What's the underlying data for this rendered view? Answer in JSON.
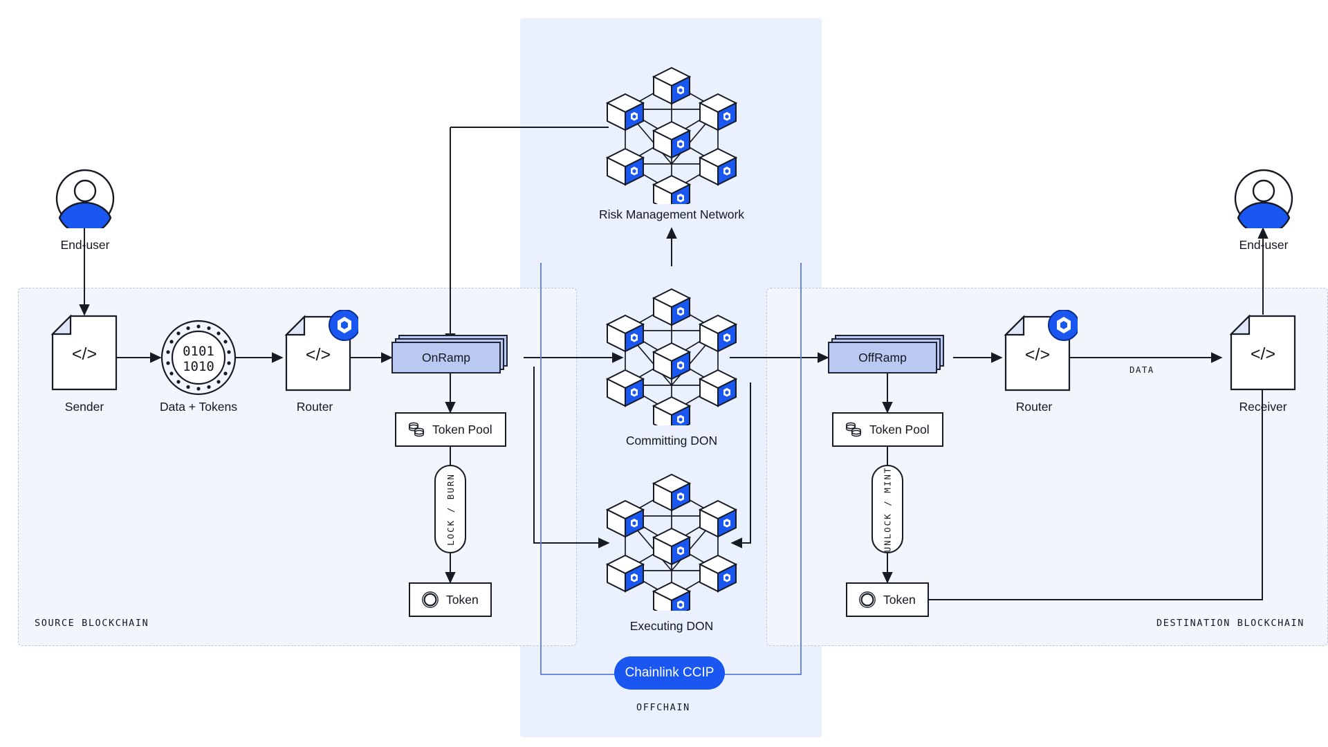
{
  "diagram": {
    "title": "Chainlink CCIP cross-chain architecture",
    "colors": {
      "chainlink_blue": "#1a56f0",
      "ramp_fill": "#b9c9f2",
      "zone_fill": "#f2f5fb",
      "offchain_fill": "#eaf1fd",
      "stroke": "#161a23",
      "zone_border": "#b9c6e6"
    }
  },
  "zones": {
    "source": {
      "label": "SOURCE BLOCKCHAIN"
    },
    "destination": {
      "label": "DESTINATION BLOCKCHAIN"
    },
    "offchain": {
      "label": "OFFCHAIN"
    }
  },
  "source_chain": {
    "end_user": {
      "label": "End-user",
      "icon": "user-avatar-icon"
    },
    "sender": {
      "label": "Sender",
      "icon": "code-document-icon",
      "glyph": "</>"
    },
    "data_tokens": {
      "label": "Data + Tokens",
      "icon": "binary-disc-icon",
      "line1": "0101",
      "line2": "1010"
    },
    "router": {
      "label": "Router",
      "icon": "code-document-icon",
      "glyph": "</>",
      "badge": "chainlink-hex-icon"
    },
    "onramp": {
      "label": "OnRamp"
    },
    "token_pool": {
      "label": "Token Pool",
      "icon": "coin-stack-icon"
    },
    "lock_burn": {
      "label": "LOCK / BURN"
    },
    "token": {
      "label": "Token",
      "icon": "token-ring-icon"
    }
  },
  "offchain": {
    "risk_management_network": {
      "label": "Risk Management Network",
      "icon": "node-cluster-icon"
    },
    "committing_don": {
      "label": "Committing DON",
      "icon": "node-cluster-icon"
    },
    "executing_don": {
      "label": "Executing DON",
      "icon": "node-cluster-icon"
    },
    "ccip_badge": {
      "label": "Chainlink CCIP"
    }
  },
  "destination_chain": {
    "offramp": {
      "label": "OffRamp"
    },
    "token_pool": {
      "label": "Token Pool",
      "icon": "coin-stack-icon"
    },
    "unlock_mint": {
      "label": "UNLOCK / MINT"
    },
    "token": {
      "label": "Token",
      "icon": "token-ring-icon"
    },
    "router": {
      "label": "Router",
      "icon": "code-document-icon",
      "glyph": "</>",
      "badge": "chainlink-hex-icon"
    },
    "receiver": {
      "label": "Receiver",
      "icon": "code-document-icon",
      "glyph": "</>"
    },
    "end_user": {
      "label": "End-user",
      "icon": "user-avatar-icon"
    },
    "data_edge": {
      "label": "DATA"
    }
  }
}
